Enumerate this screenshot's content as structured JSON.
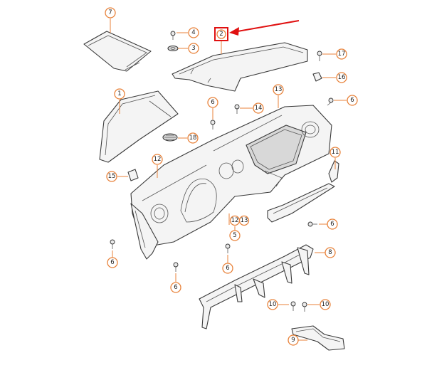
{
  "diagram": {
    "callouts": {
      "c7": "7",
      "c4": "4",
      "c3": "3",
      "c2": "2",
      "c17": "17",
      "c16": "16",
      "c1": "1",
      "c13a": "13",
      "c6a": "6",
      "c14": "14",
      "c6b": "6",
      "c18": "18",
      "c12a": "12",
      "c11": "11",
      "c15": "15",
      "c12b": "12",
      "c13b": "13",
      "c5": "5",
      "c6c": "6",
      "c6d": "6",
      "c6e": "6",
      "c6f": "6",
      "c8": "8",
      "c10a": "10",
      "c10b": "10",
      "c9": "9"
    },
    "colors": {
      "callout_ring": "#e8823a",
      "highlight": "#e01010",
      "line": "#3a3a3a"
    }
  }
}
